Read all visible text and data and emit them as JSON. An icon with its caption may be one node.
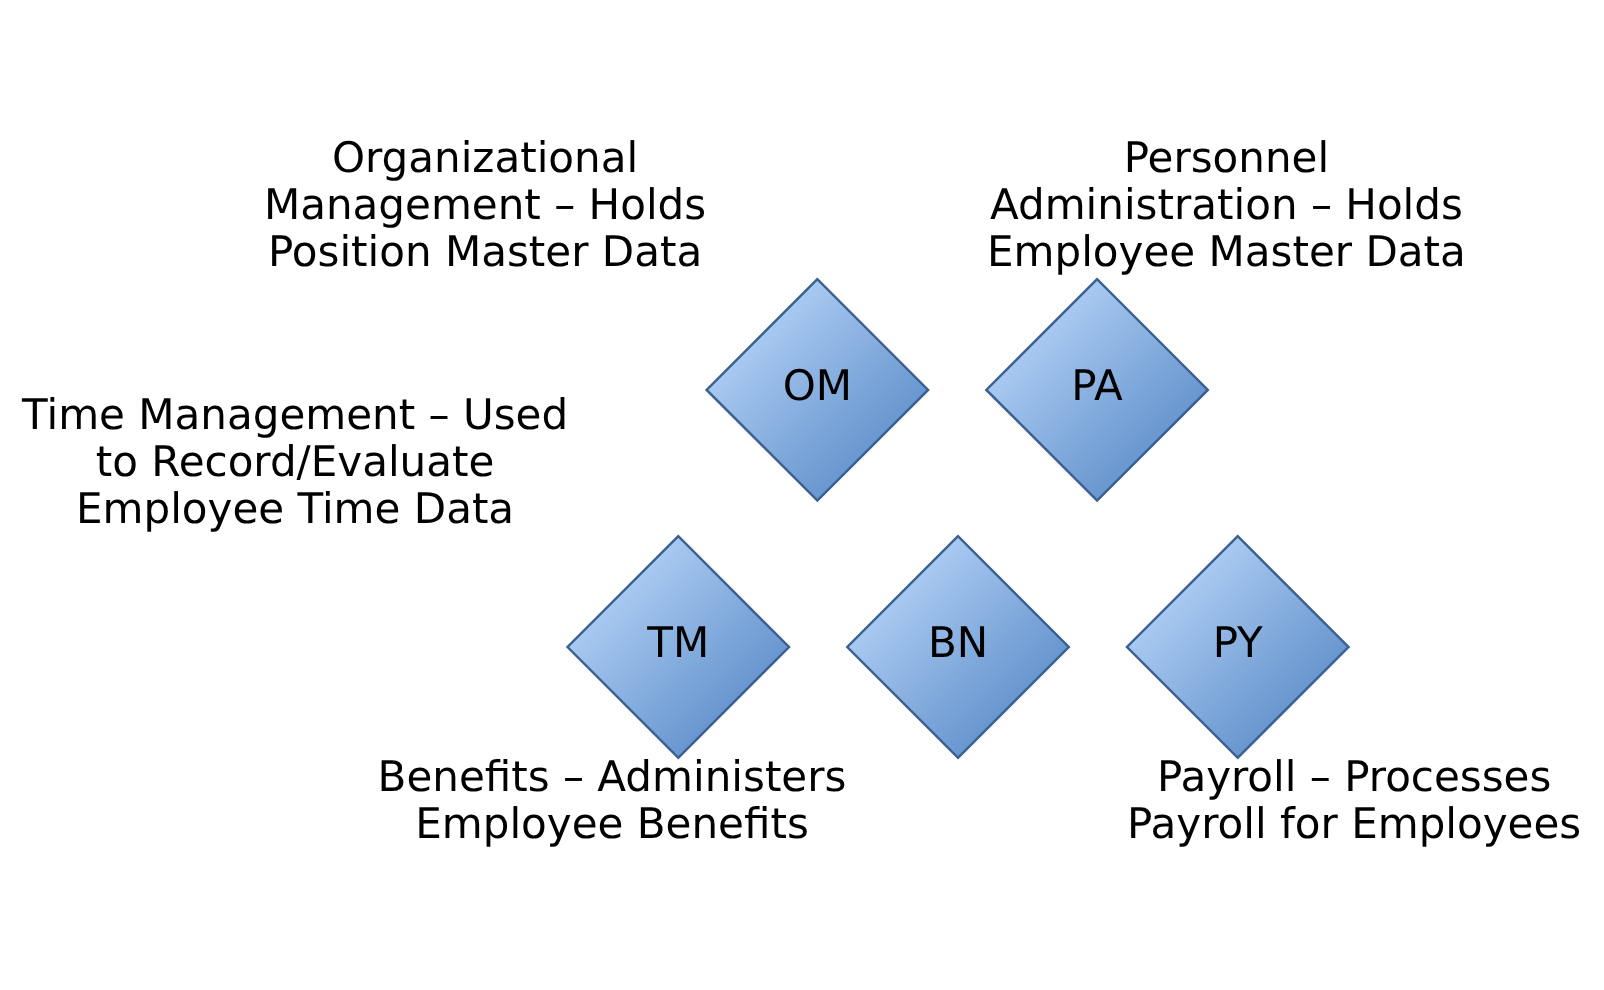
{
  "diagram": {
    "nodes": [
      {
        "text": [
          "OM"
        ],
        "beside": [
          "Organizational Management – Holds Position Master Data"
        ]
      },
      {
        "text": [
          "PA"
        ],
        "beside": [
          "Personnel Administration – Holds Employee Master Data"
        ]
      },
      {
        "text": [
          "TM"
        ],
        "beside": [
          "Time Management – Used to Record/Evaluate Employee Time Data"
        ]
      },
      {
        "text": [
          "BN"
        ],
        "beside": [
          "Benefits – Administers Employee Benefits"
        ]
      },
      {
        "text": [
          "PY"
        ],
        "beside": [
          "Payroll – Processes Payroll for Employees"
        ]
      }
    ],
    "edges": []
  }
}
